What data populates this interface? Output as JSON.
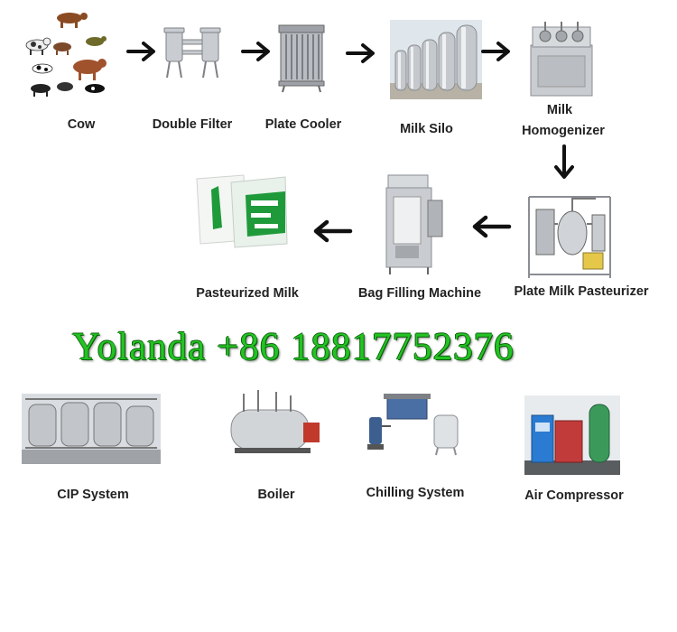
{
  "flow": {
    "cow": "Cow",
    "double_filter": "Double Filter",
    "plate_cooler": "Plate Cooler",
    "milk_silo": "Milk Silo",
    "milk_homogenizer_line1": "Milk",
    "milk_homogenizer_line2": "Homogenizer",
    "plate_milk_pasteurizer": "Plate Milk Pasteurizer",
    "bag_filling_machine": "Bag Filling Machine",
    "pasteurized_milk": "Pasteurized Milk"
  },
  "contact": {
    "text": "Yolanda +86 18817752376",
    "color": "#22c322"
  },
  "auxiliary": {
    "cip_system": "CIP System",
    "boiler": "Boiler",
    "chilling_system": "Chilling System",
    "air_compressor": "Air Compressor"
  },
  "colors": {
    "arrow": "#111111",
    "steel": "#c9ccd0",
    "bag_green": "#1f9a3a"
  }
}
